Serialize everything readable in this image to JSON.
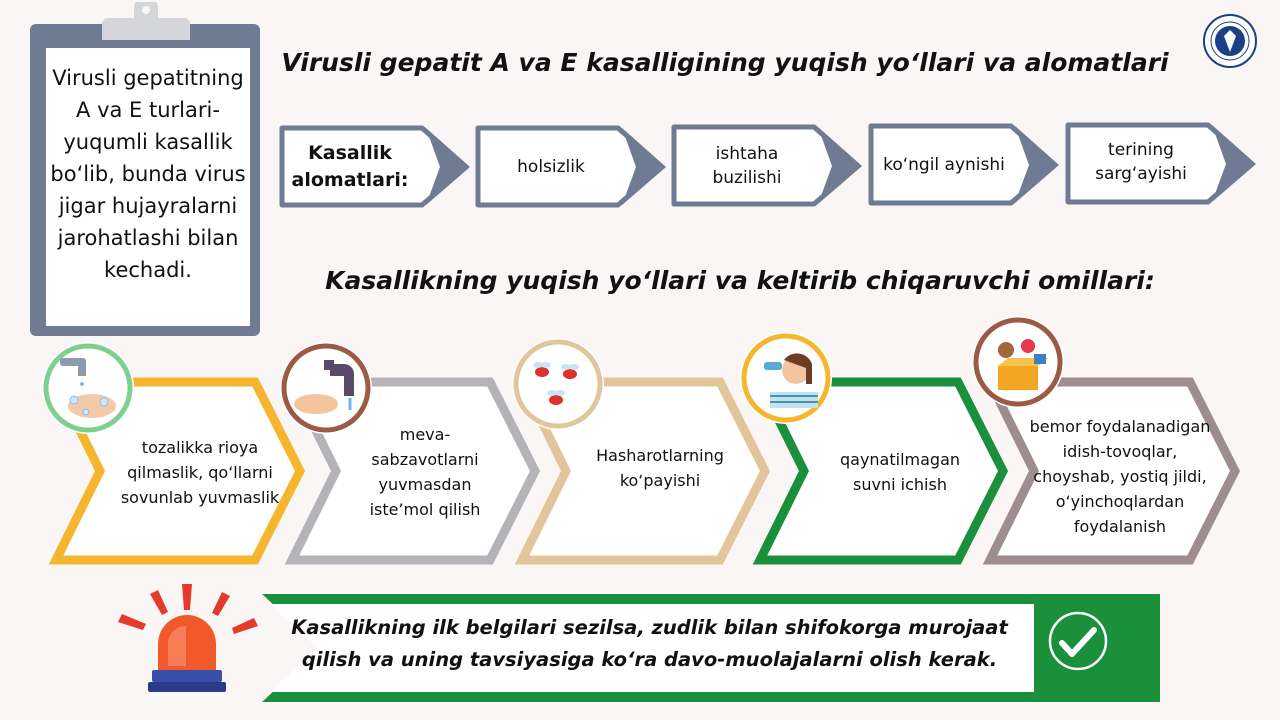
{
  "intro": {
    "text": "Virusli gepatitning A va E turlari-yuqumli kasallik bo‘lib, bunda virus jigar hujayralarni jarohatlashi bilan kechadi."
  },
  "title_main": "Virusli gepatit A va E kasalligining yuqish yo‘llari va alomatlari",
  "symptoms": {
    "label": "Kasallik alomatlari:",
    "items": [
      "holsizlik",
      "ishtaha buzilishi",
      "ko‘ngil aynishi",
      "terining sarg‘ayishi"
    ]
  },
  "title_transmission": "Kasallikning yuqish yo‘llari va keltirib chiqaruvchi omillari:",
  "factors": [
    {
      "text": "tozalikka rioya qilmaslik, qo‘llarni sovunlab yuvmaslik",
      "icon": "hand-washing-icon",
      "color": "#f6b52e"
    },
    {
      "text": "meva-sabzavotlarni yuvmasdan iste’mol qilish",
      "icon": "faucet-hands-icon",
      "color": "#b3b3b8"
    },
    {
      "text": "Hasharotlarning ko‘payishi",
      "icon": "insects-icon",
      "color": "#e2c59a"
    },
    {
      "text": "qaynatilmagan suvni ichish",
      "icon": "drinking-water-icon",
      "color": "#1a8f3c"
    },
    {
      "text": "bemor foydalanadigan idish-tovoqlar, choyshab, yostiq jildi, o‘yinchoqlardan foydalanish",
      "icon": "toys-box-icon",
      "color": "#9e8d8e"
    }
  ],
  "warning": {
    "text": "Kasallikning ilk belgilari sezilsa, zudlik bilan shifokorga murojaat qilish va uning tavsiyasiga ko‘ra davo-muolajalarni olish kerak.",
    "icon": "siren-icon",
    "check_icon": "checkmark-icon"
  },
  "colors": {
    "slate": "#6e7b93",
    "green": "#1a8f3c",
    "navy": "#1d3f85"
  }
}
